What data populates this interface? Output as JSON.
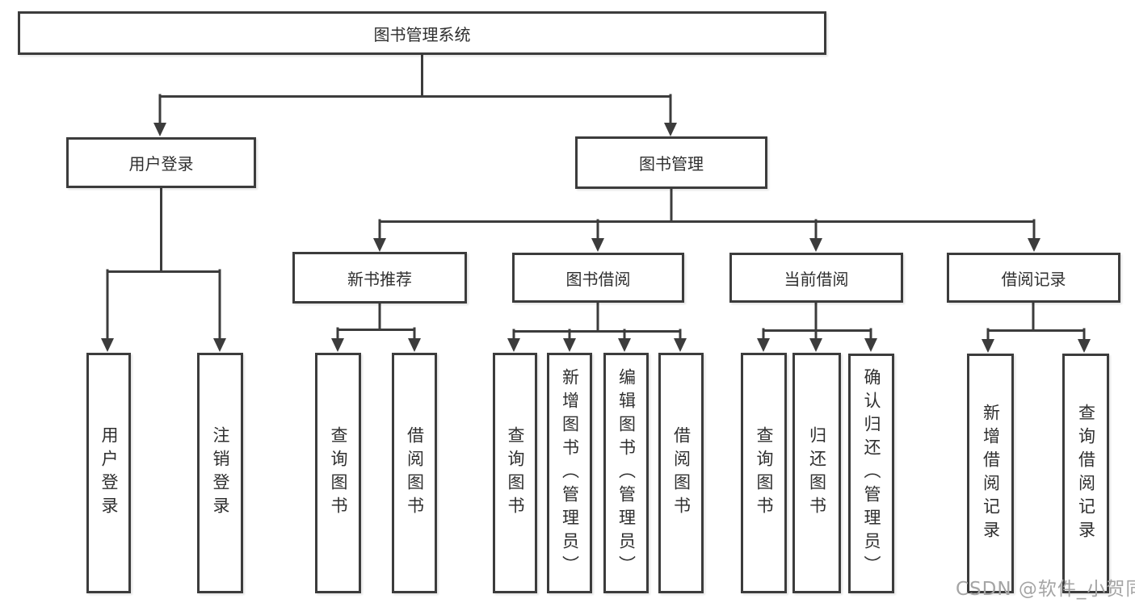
{
  "diagram": {
    "root_label": "图书管理系统",
    "branches": [
      {
        "label": "用户登录",
        "leaves": [
          {
            "label": "用户登录"
          },
          {
            "label": "注销登录"
          }
        ]
      },
      {
        "label": "图书管理",
        "groups": [
          {
            "label": "新书推荐",
            "leaves": [
              {
                "label": "查询图书"
              },
              {
                "label": "借阅图书"
              }
            ]
          },
          {
            "label": "图书借阅",
            "leaves": [
              {
                "label": "查询图书"
              },
              {
                "label": "新增图书（管理员）"
              },
              {
                "label": "编辑图书（管理员）"
              },
              {
                "label": "借阅图书"
              }
            ]
          },
          {
            "label": "当前借阅",
            "leaves": [
              {
                "label": "查询图书"
              },
              {
                "label": "归还图书"
              },
              {
                "label": "确认归还（管理员）"
              }
            ]
          },
          {
            "label": "借阅记录",
            "leaves": [
              {
                "label": "新增借阅记录"
              },
              {
                "label": "查询借阅记录"
              }
            ]
          }
        ]
      }
    ],
    "colors": {
      "line": "#3c3c3c",
      "text": "#2f2f2f",
      "background": "#ffffff"
    }
  },
  "watermark": {
    "text": "CSDN @软件_小贺同学",
    "color": "#a5a5a5"
  }
}
